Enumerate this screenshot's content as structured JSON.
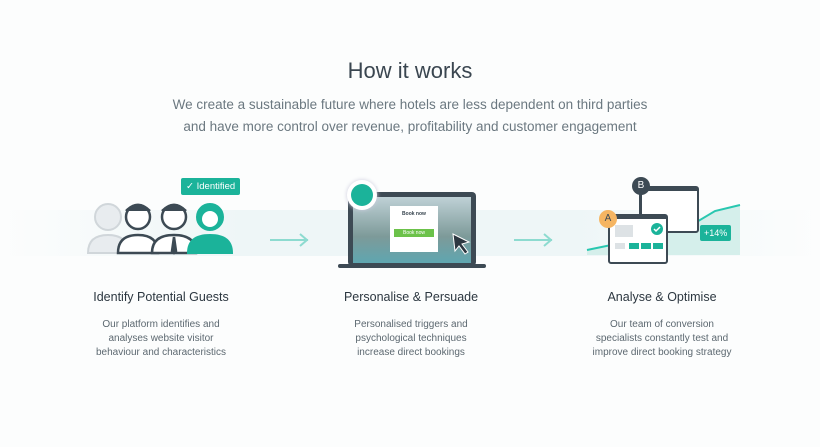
{
  "title": "How it works",
  "subtitle": [
    "We create a sustainable future where hotels are less dependent on third parties",
    "and have more control over revenue, profitability and customer engagement"
  ],
  "colors": {
    "accent": "#1bb39a",
    "text": "#36434d"
  },
  "steps": [
    {
      "title": "Identify Potential Guests",
      "desc": "Our platform identifies and analyses website visitor behaviour and characteristics",
      "badge": "Identified"
    },
    {
      "title": "Personalise & Persuade",
      "desc": "Personalised triggers and psychological techniques increase direct bookings",
      "popup_title": "Book now",
      "popup_button": "Book now"
    },
    {
      "title": "Analyse & Optimise",
      "desc": "Our team of conversion specialists constantly test and improve direct booking strategy",
      "label_a": "A",
      "label_b": "B",
      "uplift": "+14%"
    }
  ]
}
